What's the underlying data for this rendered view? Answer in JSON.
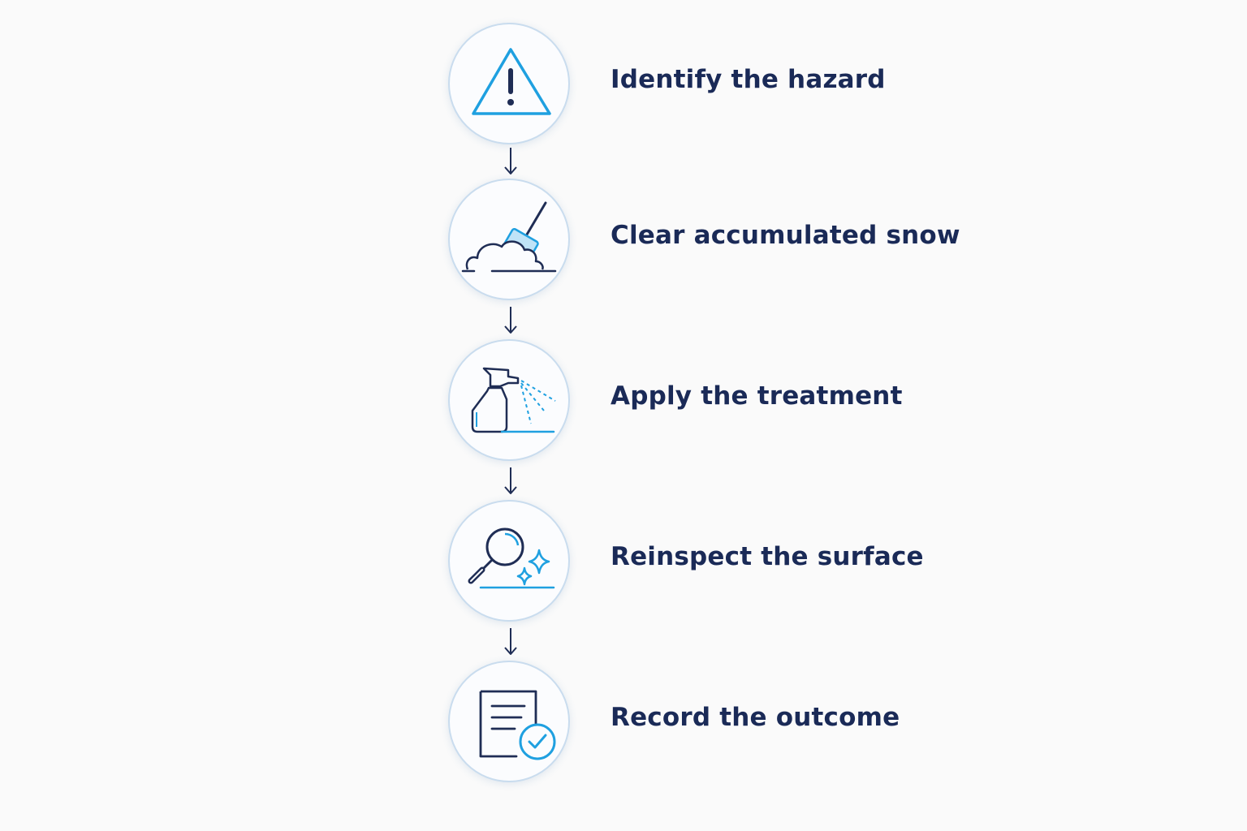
{
  "steps": [
    {
      "label": "Identify the hazard",
      "icon": "warning-triangle-icon"
    },
    {
      "label": "Clear accumulated snow",
      "icon": "snow-shovel-icon"
    },
    {
      "label": "Apply the treatment",
      "icon": "spray-bottle-icon"
    },
    {
      "label": "Reinspect the surface",
      "icon": "magnifier-sparkle-icon"
    },
    {
      "label": "Record the outcome",
      "icon": "document-check-icon"
    }
  ],
  "colors": {
    "background": "#fafafa",
    "text": "#1a2a57",
    "icon_outline": "#1f2d55",
    "icon_accent": "#1fa0e0",
    "node_border": "#c9dcee"
  }
}
